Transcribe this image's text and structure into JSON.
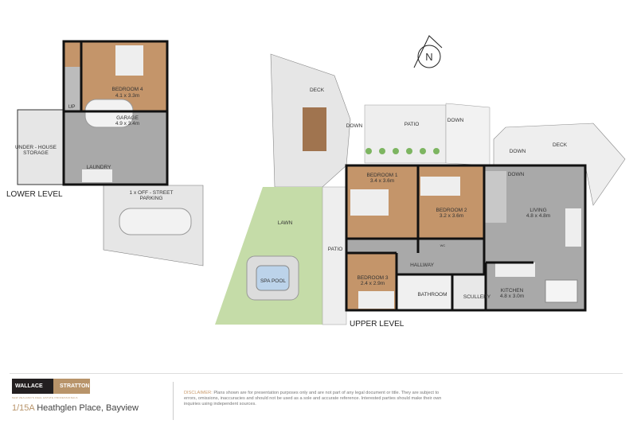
{
  "compass": {
    "label": "N"
  },
  "lower_level": {
    "title": "LOWER LEVEL",
    "rooms": [
      {
        "name": "BEDROOM 4",
        "size": "4.1 x 3.3m"
      },
      {
        "name": "GARAGE",
        "size": "4.9 x 3.4m"
      },
      {
        "name": "UNDER - HOUSE",
        "size": "STORAGE"
      },
      {
        "name": "LAUNDRY"
      },
      {
        "name": "1 x OFF - STREET",
        "size": "PARKING"
      }
    ],
    "stairs_label": "UP"
  },
  "upper_level": {
    "title": "UPPER LEVEL",
    "rooms": [
      {
        "name": "BEDROOM 1",
        "size": "3.4 x 3.6m"
      },
      {
        "name": "BEDROOM 2",
        "size": "3.2 x 3.6m"
      },
      {
        "name": "LIVING",
        "size": "4.8 x 4.8m"
      },
      {
        "name": "HALLWAY"
      },
      {
        "name": "BEDROOM 3",
        "size": "2.4 x 2.9m"
      },
      {
        "name": "BATHROOM"
      },
      {
        "name": "SCULLERY"
      },
      {
        "name": "KITCHEN",
        "size": "4.8 x 3.0m"
      }
    ],
    "outdoor": {
      "deck_left": "DECK",
      "deck_right": "DECK",
      "patio_top": "PATIO",
      "patio_side": "PATIO",
      "lawn": "LAWN",
      "spa": "SPA POOL",
      "wc": "WC"
    },
    "down_label": "DOWN"
  },
  "footer": {
    "brand_left": "WALLACE",
    "brand_right": "STRATTON",
    "tagline": "NEW ZEALAND'S REAL ESTATE PROFESSIONALS",
    "address_unit": "1/15A",
    "address_street": "Heathglen Place, Bayview",
    "disclaimer_label": "DISCLAIMER:",
    "disclaimer_text": "Plans shown are for presentation purposes only and are not part of any legal document or title. They are subject to errors, omissions, inaccuracies and should not be used as a sole and accurate reference. Interested parties should make their own inquiries using independent sources."
  },
  "colors": {
    "room_brown": "#c4956a",
    "room_gray": "#a9a9a9",
    "outdoor": "#e6e6e6",
    "lawn": "#c5dca8",
    "brand_gold": "#b8946a"
  }
}
